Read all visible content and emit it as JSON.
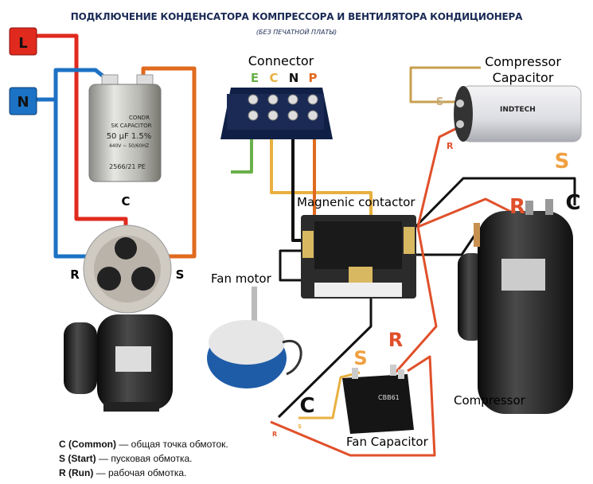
{
  "title": "ПОДКЛЮЧЕНИЕ КОНДЕНСАТОРА КОМПРЕССОРА И ВЕНТИЛЯТОРА КОНДИЦИОНЕРА",
  "subtitle": "(БЕЗ ПЕЧАТНОЙ ПЛАТЫ)",
  "power": {
    "line": "L",
    "neutral": "N"
  },
  "run_capacitor": {
    "brand": "CONDR",
    "type": "SK CAPACITOR",
    "rating": "50 µF 1.5%",
    "voltage": "440V ~ 50/60HZ",
    "code": "2566/21 PE"
  },
  "terminals": {
    "c": "C",
    "r": "R",
    "s": "S"
  },
  "connector": {
    "label": "Connector",
    "pins": [
      "E",
      "C",
      "N",
      "P"
    ]
  },
  "contactor": {
    "label": "Magnenic contactor"
  },
  "fan_motor": {
    "label": "Fan motor"
  },
  "compressor_capacitor": {
    "label_line1": "Compressor",
    "label_line2": "Capacitor",
    "brand": "INDTECH",
    "s": "S",
    "r": "R"
  },
  "compressor": {
    "label": "Compressor",
    "s": "S",
    "r": "R",
    "c": "C"
  },
  "fan_capacitor": {
    "label": "Fan Capacitor",
    "model": "CBB61",
    "s": "S",
    "r": "R",
    "c": "C",
    "wire_r": "R",
    "wire_s": "S"
  },
  "legend": [
    {
      "key": "C (Common)",
      "text": " — общая точка обмоток."
    },
    {
      "key": "S (Start)",
      "text": " — пусковая обмотка."
    },
    {
      "key": "R (Run)",
      "text": " — рабочая обмотка."
    }
  ],
  "colors": {
    "line": "#e02a1e",
    "neutral": "#1c72c4",
    "wire_orange": "#e06a1e",
    "wire_yellow": "#e8b040",
    "wire_green": "#6ab04a",
    "title": "#1a2a55"
  }
}
